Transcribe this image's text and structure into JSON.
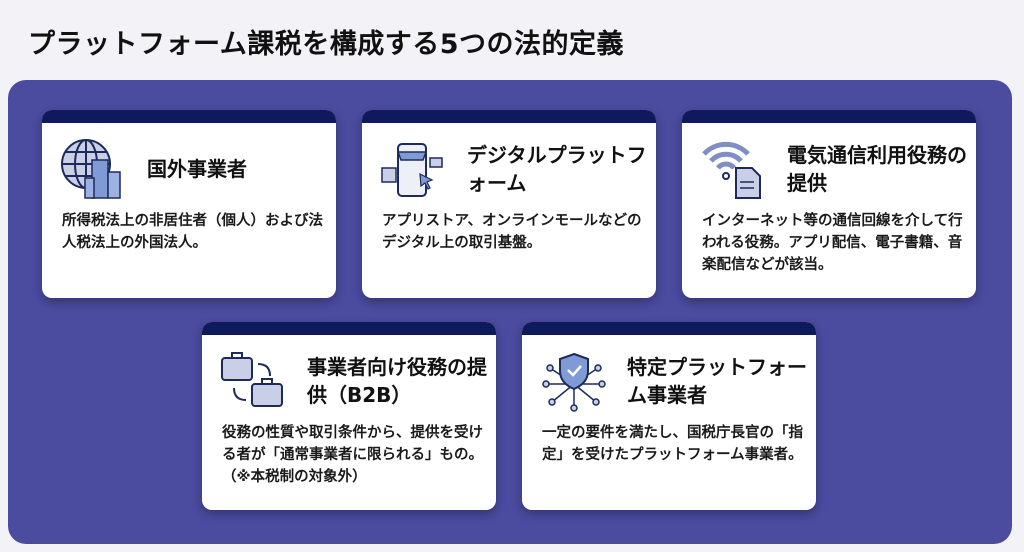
{
  "title": "プラットフォーム課税を構成する5つの法的定義",
  "cards": [
    {
      "heading": "国外事業者",
      "description": "所得税法上の非居住者（個人）および法人税法上の外国法人。",
      "icon": "globe-building-icon"
    },
    {
      "heading": "デジタルプラットフォーム",
      "description": "アプリストア、オンラインモールなどのデジタル上の取引基盤。",
      "icon": "smartphone-shop-icon"
    },
    {
      "heading": "電気通信利用役務の提供",
      "description": "インターネット等の通信回線を介して行われる役務。アプリ配信、電子書籍、音楽配信などが該当。",
      "icon": "wifi-document-icon"
    },
    {
      "heading": "事業者向け役務の提供（B2B）",
      "description": "役務の性質や取引条件から、提供を受ける者が「通常事業者に限られる」もの。（※本税制の対象外）",
      "icon": "briefcase-exchange-icon"
    },
    {
      "heading": "特定プラットフォーム事業者",
      "description": "一定の要件を満たし、国税庁長官の「指定」を受けたプラットフォーム事業者。",
      "icon": "shield-network-icon"
    }
  ]
}
